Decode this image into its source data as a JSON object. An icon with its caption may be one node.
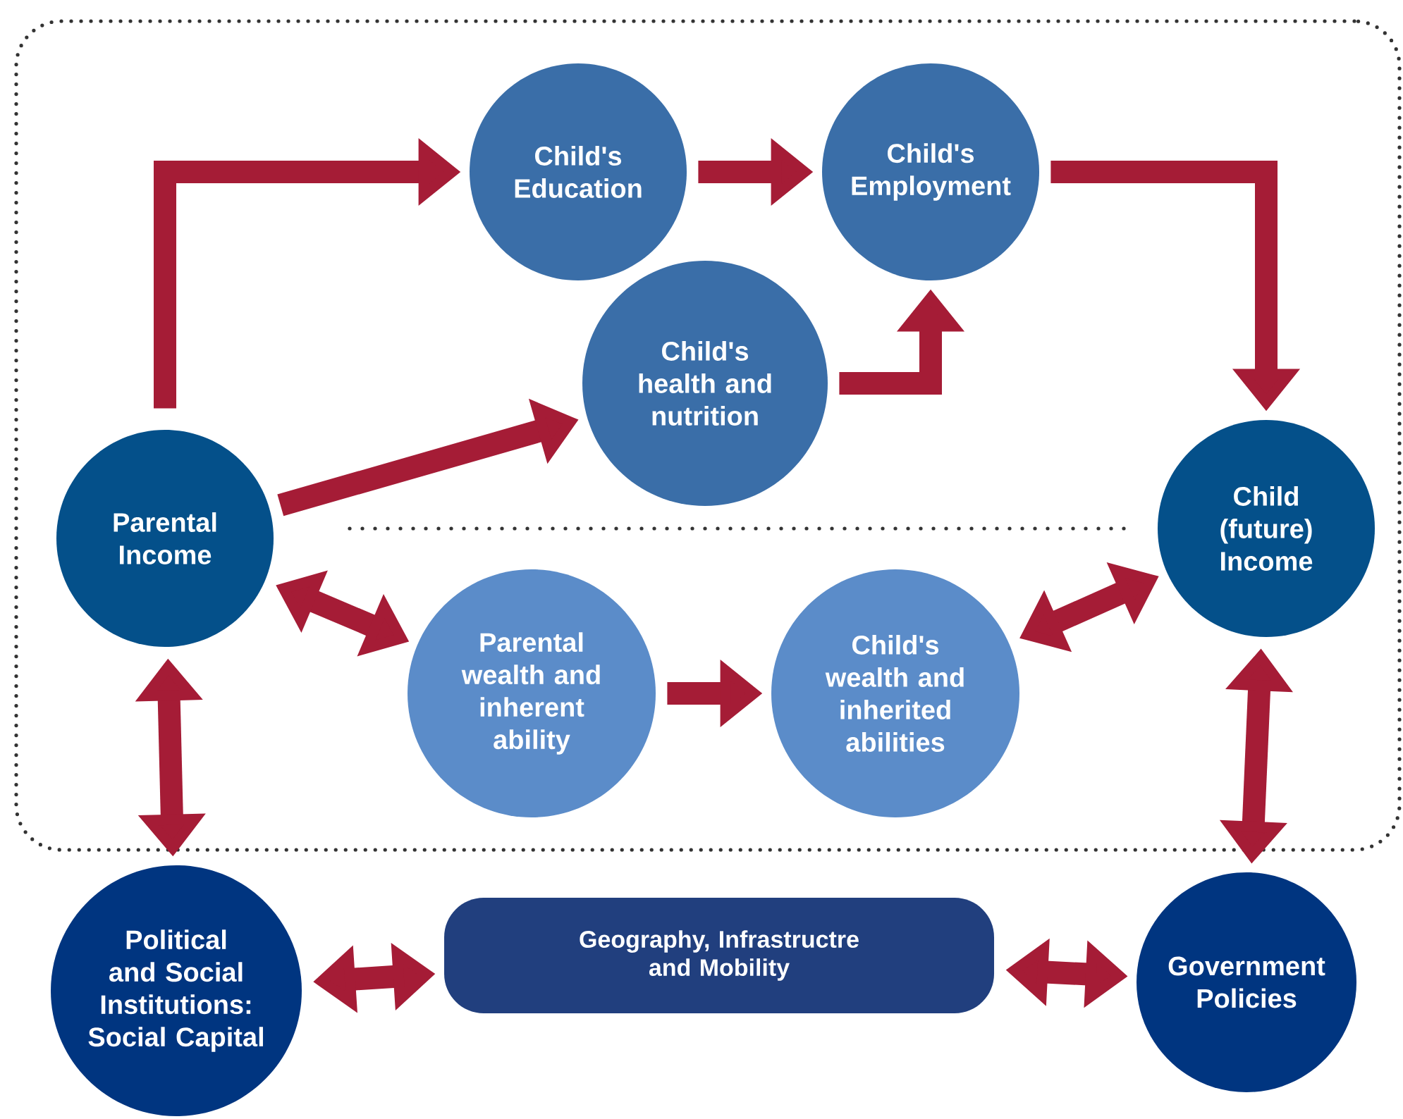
{
  "diagram": {
    "nodes": [
      {
        "text": [],
        "shape": "box"
      },
      {
        "text": [
          "Child's Education"
        ],
        "in": 0
      },
      {
        "text": [
          "Child's Employment"
        ],
        "in": 0
      },
      {
        "text": [
          "Child's health and nutrition"
        ],
        "in": 0
      },
      {
        "text": [
          "Parental Income"
        ],
        "in": 0
      },
      {
        "text": [
          "Child (future) Income"
        ],
        "in": 0
      },
      {
        "text": [
          "Parental wealth and inherent ability"
        ],
        "in": 0
      },
      {
        "text": [
          "Child's wealth and inherited abilities"
        ],
        "in": 0
      },
      {
        "text": [
          "Political and Social Institutions: Social Capital"
        ]
      },
      {
        "text": [
          "Geography, Infrastructre and Mobility"
        ]
      },
      {
        "text": [
          "Government Policies"
        ]
      }
    ],
    "edges": [
      {
        "from": 4,
        "to": 1,
        "arrow": "to"
      },
      {
        "from": 1,
        "to": 2,
        "arrow": "to"
      },
      {
        "from": 3,
        "to": 2,
        "arrow": "to"
      },
      {
        "from": 2,
        "to": 5,
        "arrow": "to"
      },
      {
        "from": 4,
        "to": 3,
        "arrow": "to"
      },
      {
        "from": 4,
        "to": 6,
        "arrow": "both"
      },
      {
        "from": 6,
        "to": 7,
        "arrow": "to"
      },
      {
        "from": 7,
        "to": 5,
        "arrow": "both"
      },
      {
        "from": 4,
        "to": 8,
        "arrow": "both"
      },
      {
        "from": 5,
        "to": 10,
        "arrow": "both"
      },
      {
        "from": 8,
        "to": 9,
        "arrow": "both"
      },
      {
        "from": 9,
        "to": 10,
        "arrow": "both"
      }
    ]
  }
}
